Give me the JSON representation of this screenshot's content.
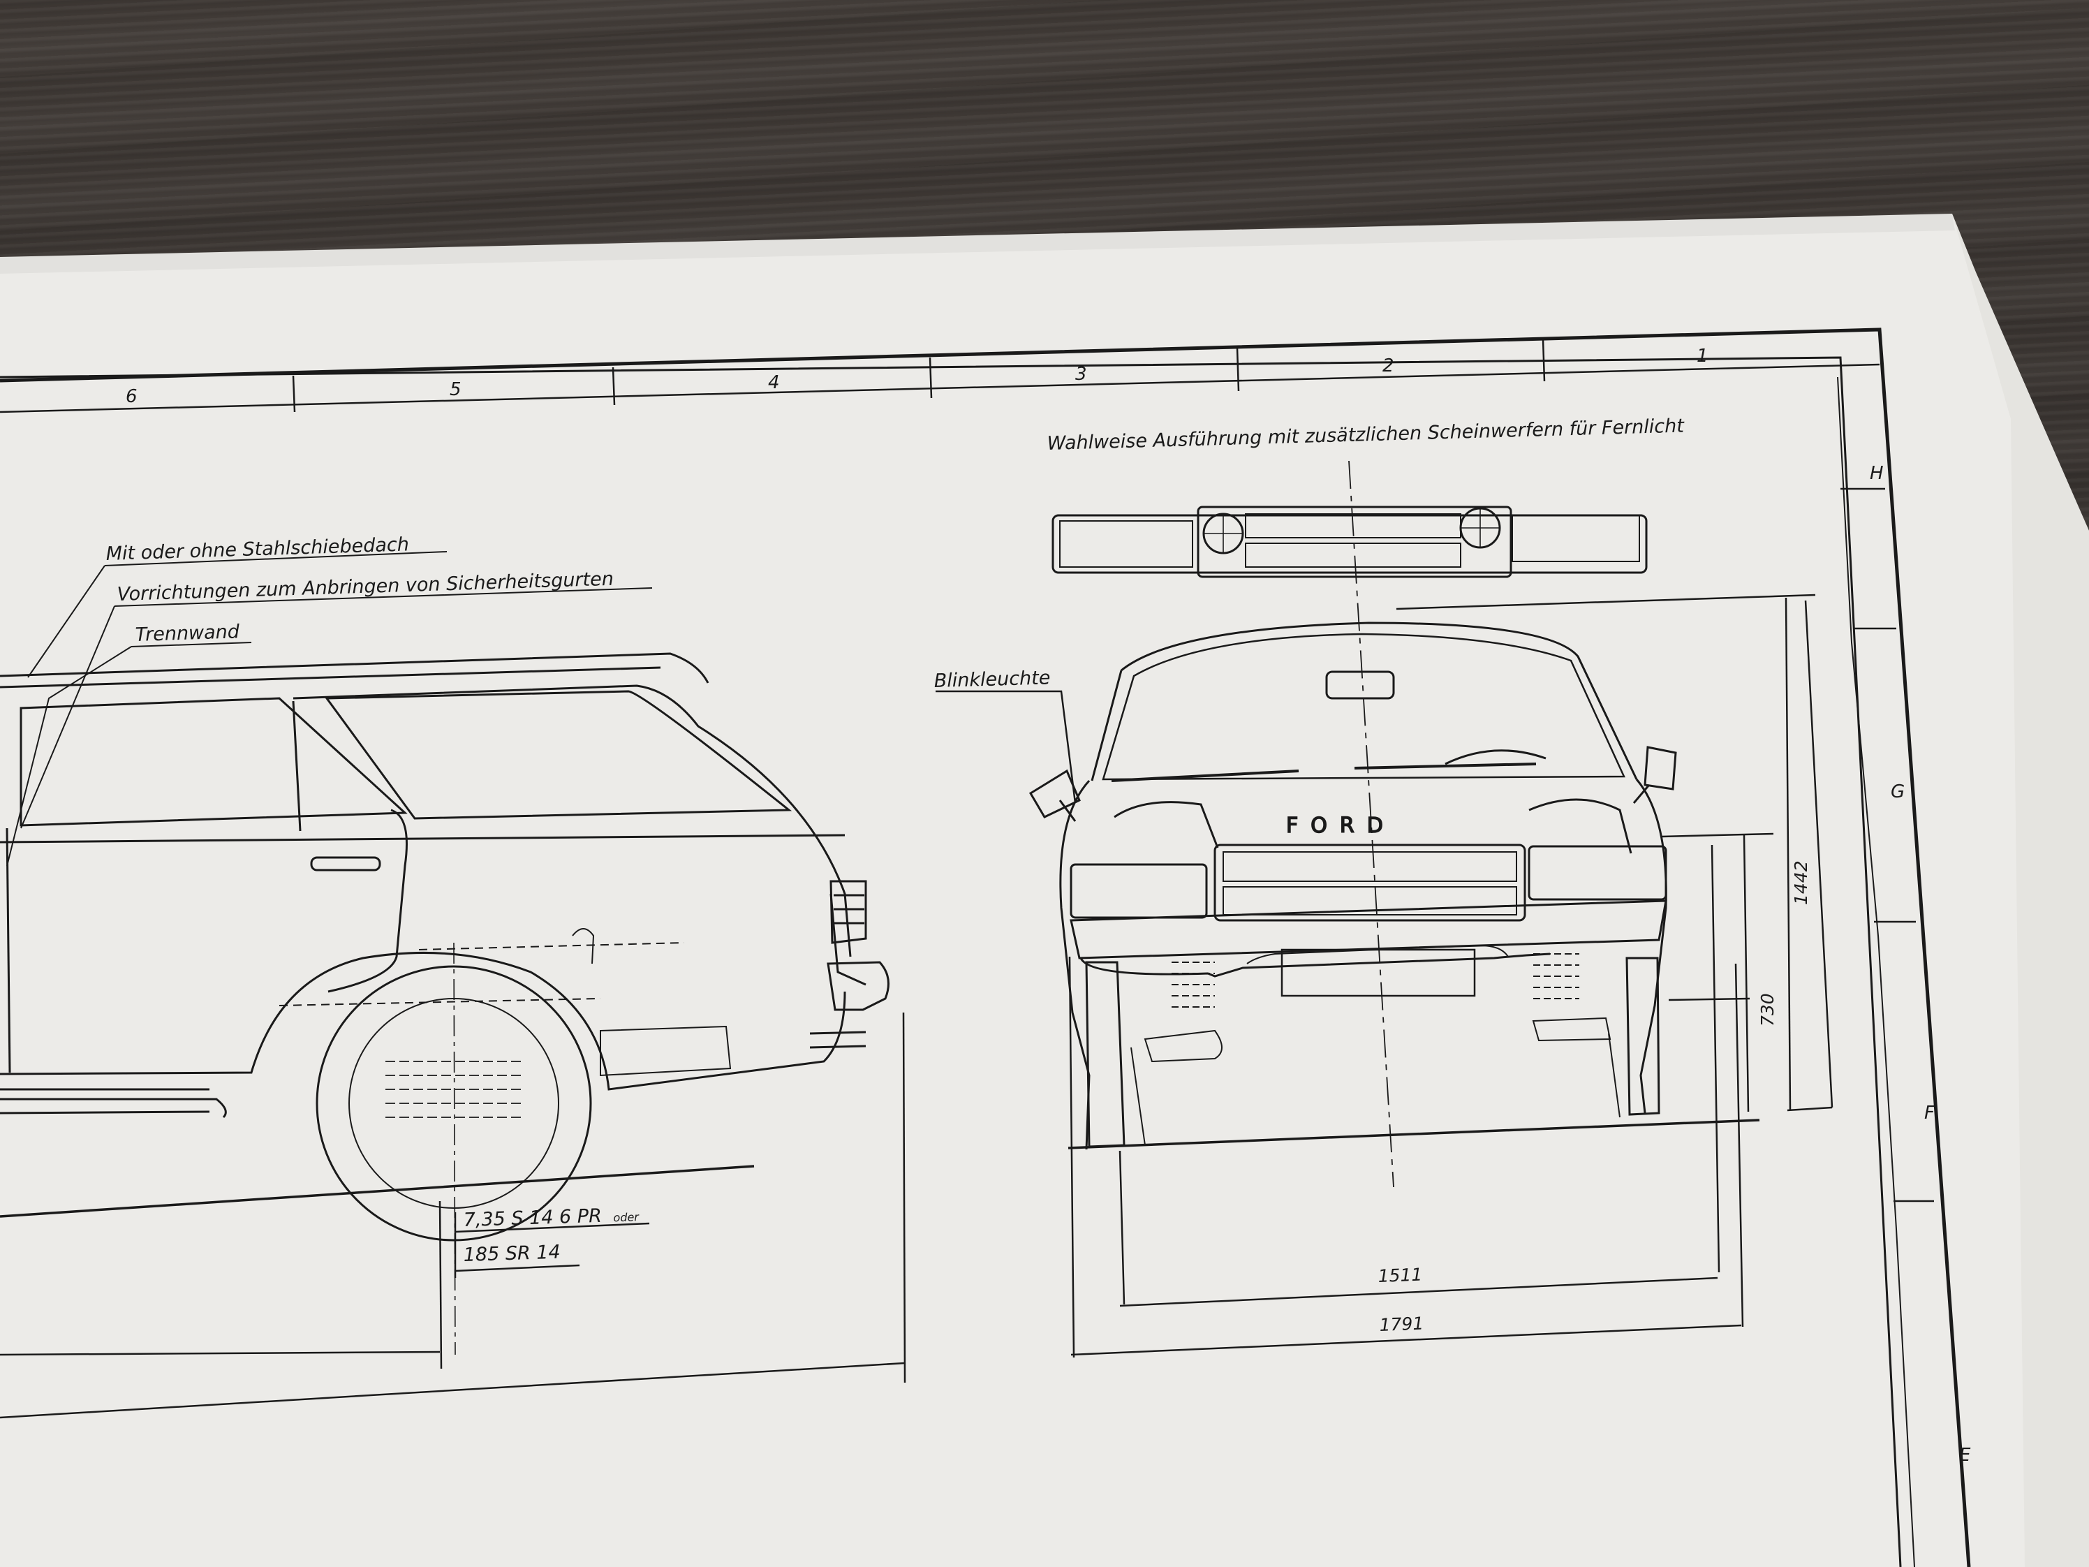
{
  "zones": {
    "top": [
      "6",
      "5",
      "4",
      "3",
      "2",
      "1"
    ],
    "right": [
      "H",
      "G",
      "F",
      "E"
    ]
  },
  "labels": {
    "optional_lights": "Wahlweise Ausführung mit zusätzlichen Scheinwerfern für Fernlicht",
    "sunroof": "Mit oder ohne Stahlschiebedach",
    "seatbelts": "Vorrichtungen zum Anbringen von Sicherheitsgurten",
    "partition": "Trennwand",
    "indicator": "Blinkleuchte",
    "brand": "FORD"
  },
  "tire": {
    "line1": "7,35 S 14 6 PR",
    "oder": "oder",
    "line2": "185 SR 14"
  },
  "dimensions": {
    "height": "1442",
    "center_height": "730",
    "track": "1511",
    "width": "1791"
  },
  "colors": {
    "paper": "#ededeb",
    "ink": "#1a1a1a",
    "table": "#36312e"
  }
}
